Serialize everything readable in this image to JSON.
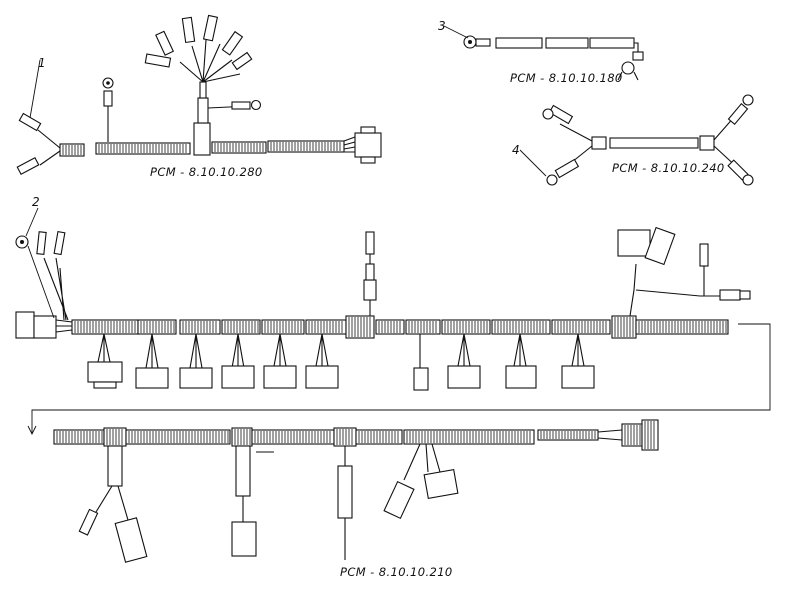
{
  "harnesses": [
    {
      "label": "РСМ - 8.10.10.280"
    },
    {
      "label": "РСМ - 8.10.10.180"
    },
    {
      "label": "РСМ - 8.10.10.240"
    },
    {
      "label": "РСМ - 8.10.10.210"
    }
  ],
  "callouts": [
    "1",
    "2",
    "3",
    "4"
  ]
}
